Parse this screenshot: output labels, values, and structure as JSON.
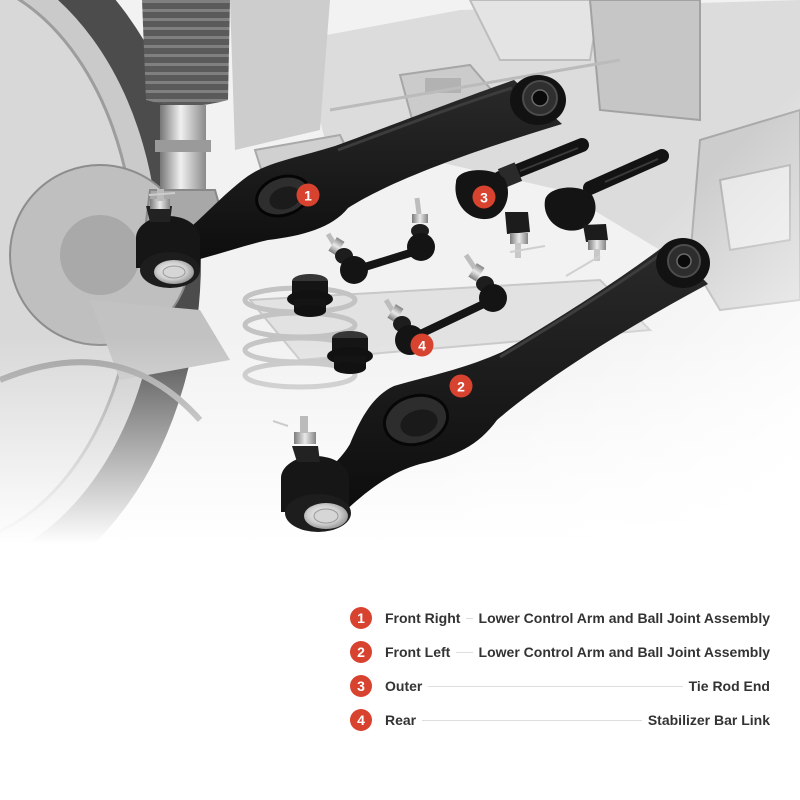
{
  "colors": {
    "accent": "#d8432f",
    "text": "#333333",
    "line": "#dedede",
    "part": "#141414"
  },
  "callouts": [
    {
      "num": "1"
    },
    {
      "num": "3"
    },
    {
      "num": "4"
    },
    {
      "num": "2"
    }
  ],
  "legend": [
    {
      "num": "1",
      "position": "Front Right",
      "part": "Lower Control Arm and Ball Joint Assembly"
    },
    {
      "num": "2",
      "position": "Front Left",
      "part": "Lower Control Arm and Ball Joint Assembly"
    },
    {
      "num": "3",
      "position": "Outer",
      "part": "Tie Rod End"
    },
    {
      "num": "4",
      "position": "Rear",
      "part": "Stabilizer Bar Link"
    }
  ]
}
